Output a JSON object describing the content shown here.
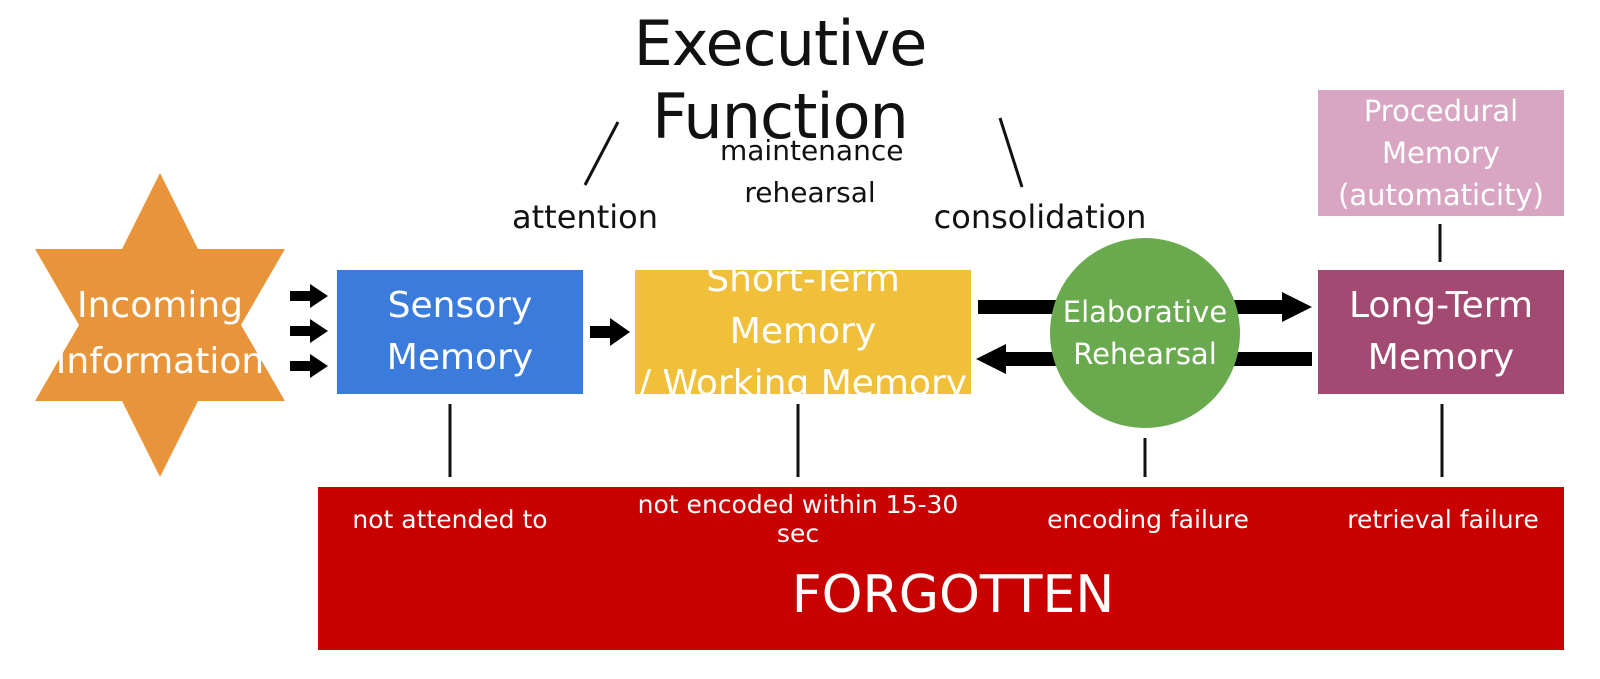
{
  "title": "Executive Function",
  "labels": {
    "attention": "attention",
    "maintenance_line1": "maintenance",
    "maintenance_line2": "rehearsal",
    "consolidation": "consolidation"
  },
  "nodes": {
    "incoming": {
      "line1": "Incoming",
      "line2": "Information",
      "color": "#E8943A"
    },
    "sensory": {
      "line1": "Sensory",
      "line2": "Memory",
      "color": "#3B7BDC"
    },
    "short_term": {
      "line1": "Short-Term Memory",
      "line2": "/ Working Memory",
      "color": "#F0C03A"
    },
    "elaborative": {
      "line1": "Elaborative",
      "line2": "Rehearsal",
      "color": "#6AAA4E"
    },
    "long_term": {
      "line1": "Long-Term",
      "line2": "Memory",
      "color": "#A24A72"
    },
    "procedural": {
      "line1": "Procedural Memory",
      "line2": "(automaticity)",
      "color": "#D8A6C2"
    }
  },
  "forgotten": {
    "title": "FORGOTTEN",
    "color": "#C80000",
    "reasons": {
      "sensory": "not attended to",
      "short_term": "not encoded within 15-30 sec",
      "elaborative": "encoding failure",
      "long_term": "retrieval failure"
    }
  }
}
